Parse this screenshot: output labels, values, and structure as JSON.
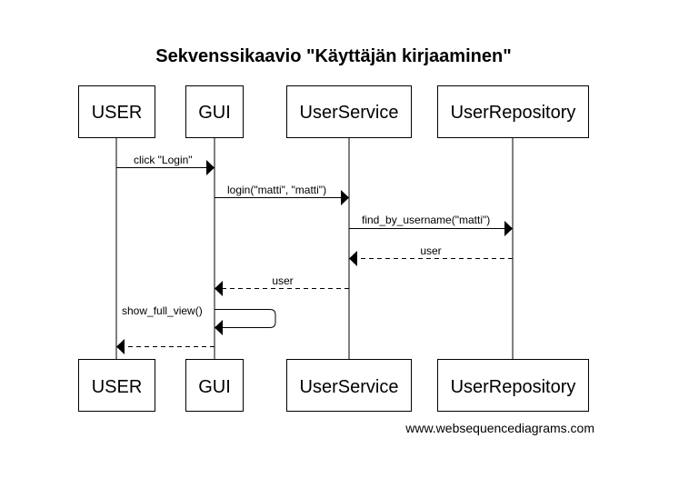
{
  "diagram": {
    "title": "Sekvenssikaavio \"Käyttäjän kirjaaminen\"",
    "participants": [
      {
        "id": "user",
        "label": "USER"
      },
      {
        "id": "gui",
        "label": "GUI"
      },
      {
        "id": "userservice",
        "label": "UserService"
      },
      {
        "id": "userrepository",
        "label": "UserRepository"
      }
    ],
    "messages": [
      {
        "from": "user",
        "to": "gui",
        "label": "click \"Login\"",
        "style": "solid"
      },
      {
        "from": "gui",
        "to": "userservice",
        "label": "login(\"matti\", \"matti\")",
        "style": "solid"
      },
      {
        "from": "userservice",
        "to": "userrepository",
        "label": "find_by_username(\"matti\")",
        "style": "solid"
      },
      {
        "from": "userrepository",
        "to": "userservice",
        "label": "user",
        "style": "dashed"
      },
      {
        "from": "userservice",
        "to": "gui",
        "label": "user",
        "style": "dashed"
      },
      {
        "from": "gui",
        "to": "gui",
        "label": "show_full_view()",
        "style": "solid"
      },
      {
        "from": "gui",
        "to": "user",
        "label": "",
        "style": "dashed"
      }
    ],
    "watermark": "www.websequencediagrams.com"
  }
}
